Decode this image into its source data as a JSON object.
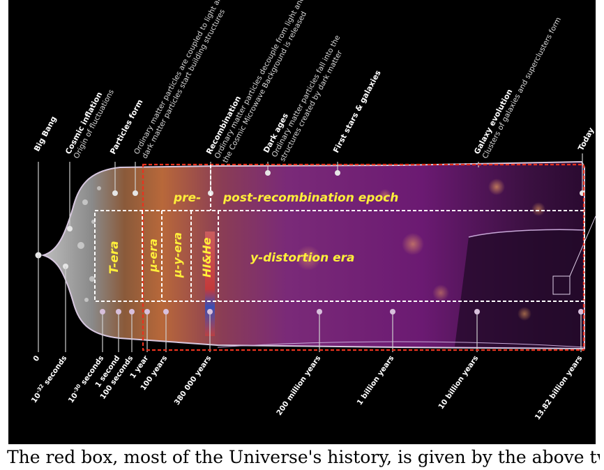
{
  "header_labels": [
    {
      "title": "Big Bang",
      "lines": []
    },
    {
      "title": "Cosmic inflation",
      "lines": [
        "Origin of fluctuations"
      ]
    },
    {
      "title": "Particles form",
      "lines": [
        "Ordinary matter particles are coupled to light and",
        "dark matter particles start building structures"
      ]
    },
    {
      "title": "Recombination",
      "lines": [
        "Ordinary matter particles decouple from light and",
        "the Cosmic Microwave Background is released"
      ]
    },
    {
      "title": "Dark ages",
      "lines": [
        "Ordinary matter particles fall into the",
        "structures created by dark matter"
      ]
    },
    {
      "title": "First stars & galaxies",
      "lines": []
    },
    {
      "title": "Galaxy evolution",
      "lines": [
        "Clusters of galaxies and superclusters form"
      ]
    },
    {
      "title": "Today",
      "lines": []
    }
  ],
  "time_ticks": [
    "0",
    "10",
    "-32",
    " seconds",
    "10",
    "-30",
    " seconds",
    "1 second",
    "100 seconds",
    "1 year",
    "100 years",
    "380 000 years",
    "200 million years",
    "1 billion years",
    "10 billion years",
    "13.82 billion years"
  ],
  "eras": {
    "pre": "pre-",
    "post": "post-recombination epoch",
    "t": "T-era",
    "mu": "μ-era",
    "muy": "μ-y-era",
    "hihe": "HI&He",
    "y": "y-distortion era"
  },
  "colors": {
    "red_box": "#e8321e",
    "white_box": "#ffffff",
    "era_text": "#ffef3a",
    "background": "#000000"
  },
  "caption": "The red box, most of the Universe's history, is given by the above two boxes"
}
